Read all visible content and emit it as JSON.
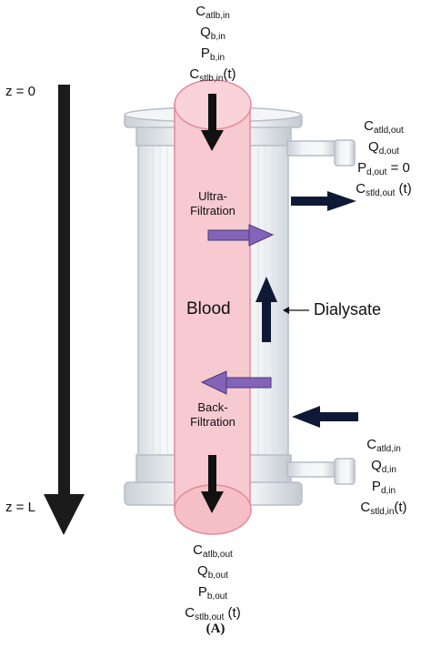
{
  "labels": {
    "blood_in": [
      {
        "base": "C",
        "sub": "atlb,in",
        "tail": ""
      },
      {
        "base": "Q",
        "sub": "b,in",
        "tail": ""
      },
      {
        "base": "P",
        "sub": "b,in",
        "tail": ""
      },
      {
        "base": "C",
        "sub": "stlb,in",
        "tail": "(t)"
      }
    ],
    "dialysate_out": [
      {
        "base": "C",
        "sub": "atld,out",
        "tail": ""
      },
      {
        "base": "Q",
        "sub": "d,out",
        "tail": ""
      },
      {
        "base": "P",
        "sub": "d,out",
        "tail": " = 0"
      },
      {
        "base": "C",
        "sub": "stld,out",
        "tail": " (t)"
      }
    ],
    "dialysate_in": [
      {
        "base": "C",
        "sub": "atld,in",
        "tail": ""
      },
      {
        "base": "Q",
        "sub": "d,in",
        "tail": ""
      },
      {
        "base": "P",
        "sub": "d,in",
        "tail": ""
      },
      {
        "base": "C",
        "sub": "stld,in",
        "tail": "(t)"
      }
    ],
    "blood_out": [
      {
        "base": "C",
        "sub": "atlb,out",
        "tail": ""
      },
      {
        "base": "Q",
        "sub": "b,out",
        "tail": ""
      },
      {
        "base": "P",
        "sub": "b,out",
        "tail": ""
      },
      {
        "base": "C",
        "sub": "stlb,out",
        "tail": " (t)"
      }
    ]
  },
  "z_top": "z = 0",
  "z_bottom": "z = L",
  "ultra_filtration": "Ultra-\nFiltration",
  "back_filtration": "Back-\nFiltration",
  "blood": "Blood",
  "dialysate": "Dialysate",
  "caption": "(A)",
  "colors": {
    "blood_channel": "#f7c9d0",
    "blood_edge": "#e28a98",
    "arrow_dark": "#111111",
    "arrow_navy": "#0e1a35",
    "arrow_purple": "#8364b8",
    "housing": "#e4e8ec",
    "housing_edge": "#b7bec6"
  }
}
